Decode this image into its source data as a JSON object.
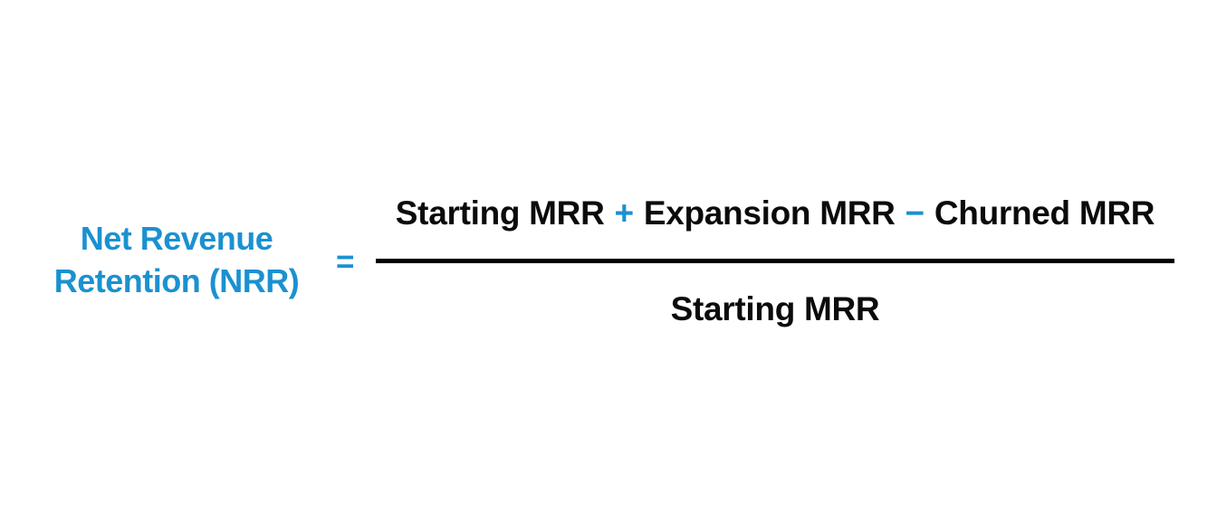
{
  "figure": {
    "background_color": "#ffffff"
  },
  "colors": {
    "accent_blue": "#1b91d0",
    "ink": "#0b0b0b",
    "fraction_bar": "#000000"
  },
  "formula": {
    "title_line1": "Net Revenue",
    "title_line2": "Retention (NRR)",
    "equals": "=",
    "numerator": {
      "term1": "Starting MRR",
      "operator1": "+",
      "term2": "Expansion MRR",
      "operator2": "−",
      "term3": "Churned MRR"
    },
    "denominator": "Starting MRR"
  }
}
